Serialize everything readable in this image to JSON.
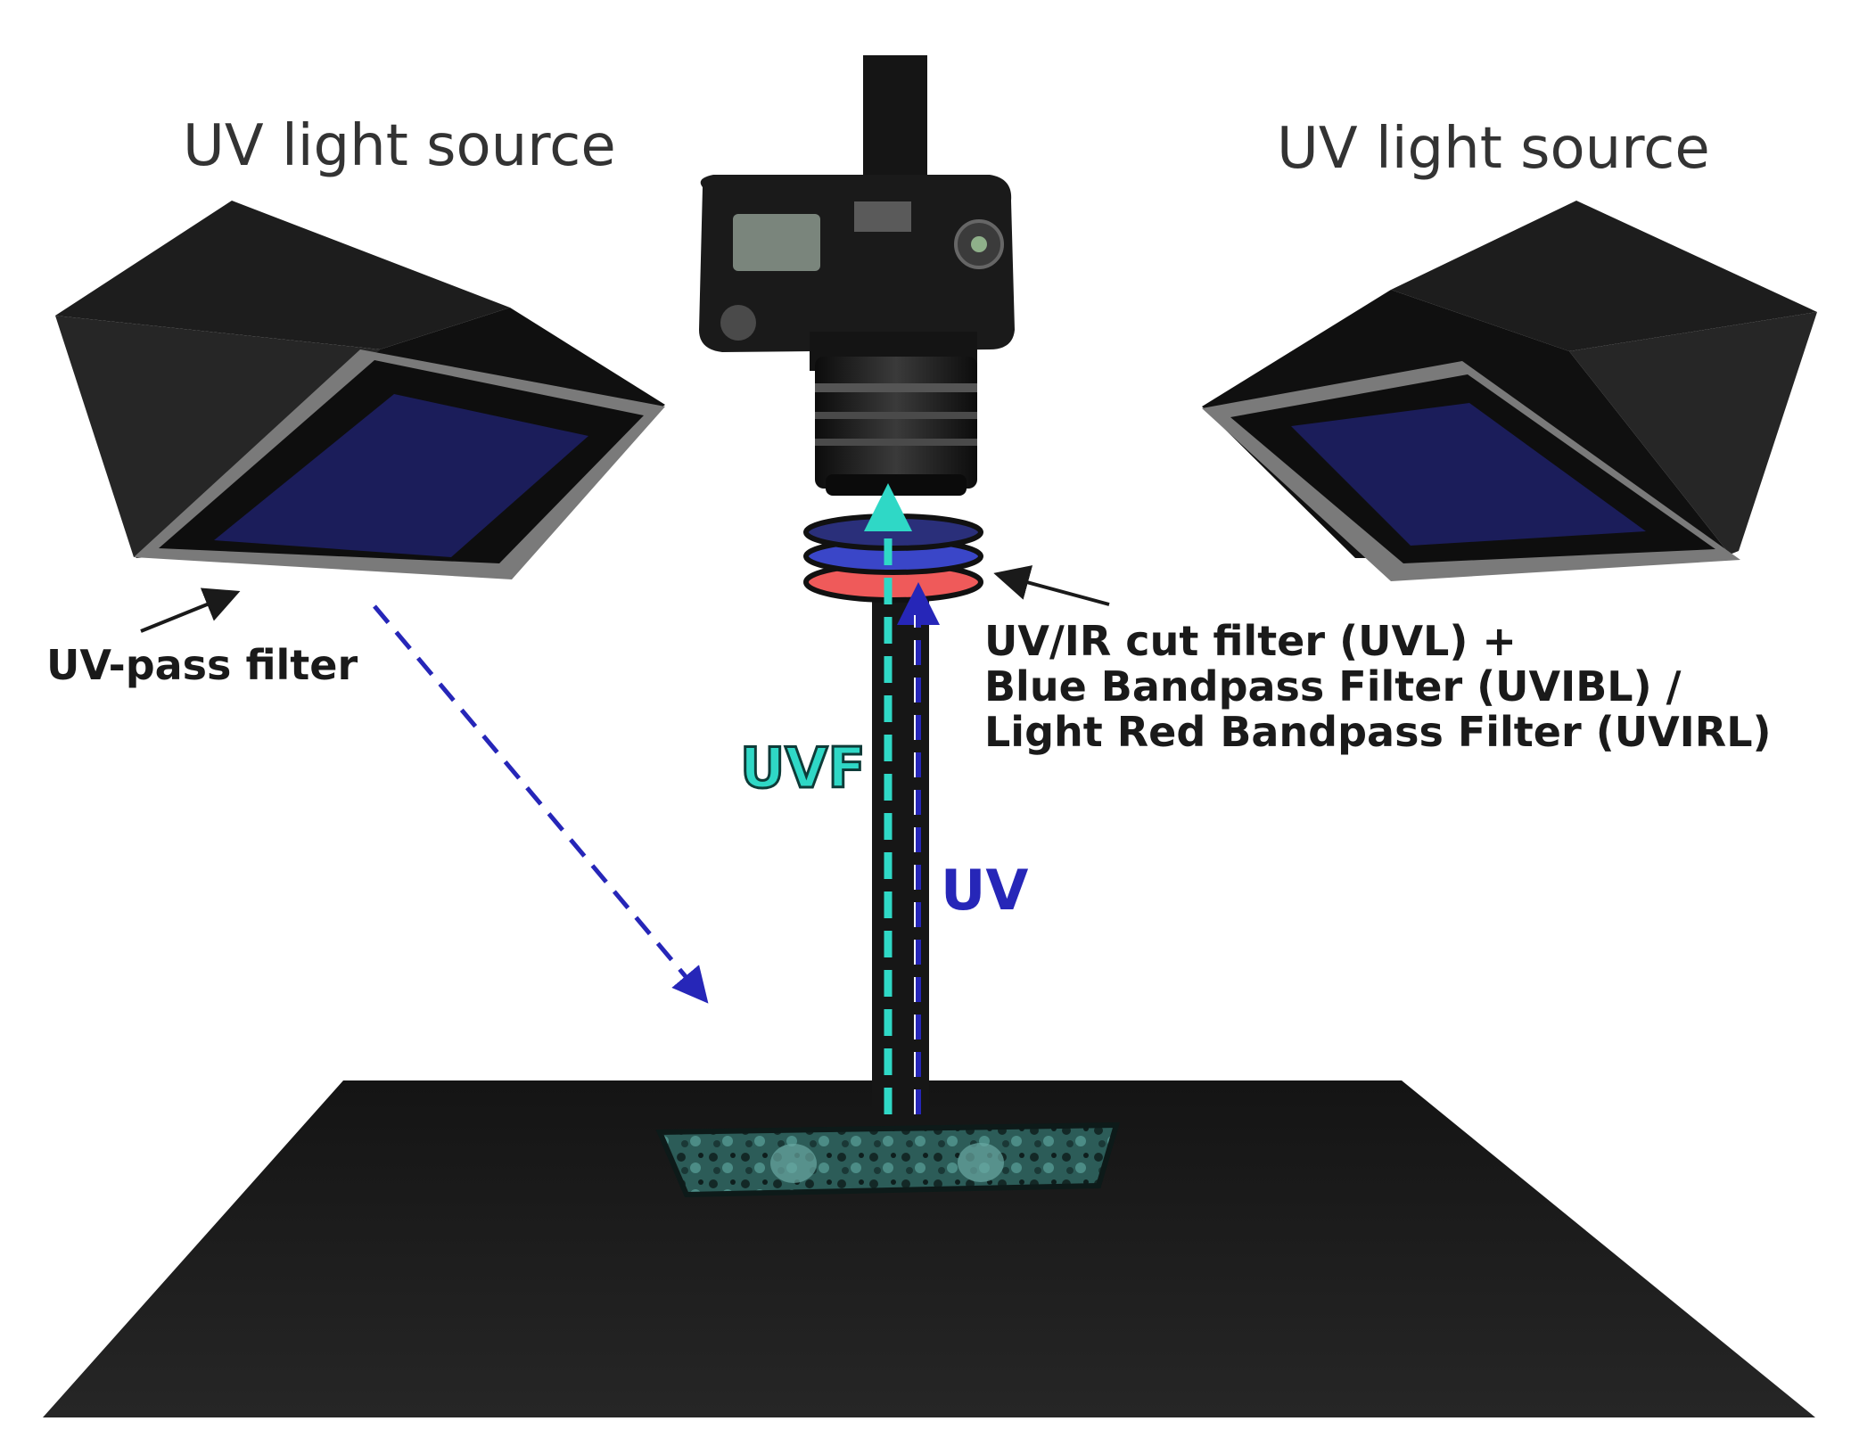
{
  "labels": {
    "left_source": "UV light source",
    "right_source": "UV light source",
    "uv_pass_filter": "UV-pass filter",
    "filter_stack_line1": "UV/IR cut filter (UVL) +",
    "filter_stack_line2": "Blue Bandpass Filter (UVIBL) /",
    "filter_stack_line3": "Light Red Bandpass Filter (UVIRL)",
    "uvf": "UVF",
    "uv": "UV"
  },
  "colors": {
    "background": "#ffffff",
    "housing": "#1c1c1c",
    "uv_panel": "#1b1d5a",
    "table": "#1e1e1e",
    "uvf_beam": "#2fd8c6",
    "uv_beam": "#2626b8",
    "filter_red": "#ef5a5a",
    "filter_blue": "#3a46c8"
  }
}
